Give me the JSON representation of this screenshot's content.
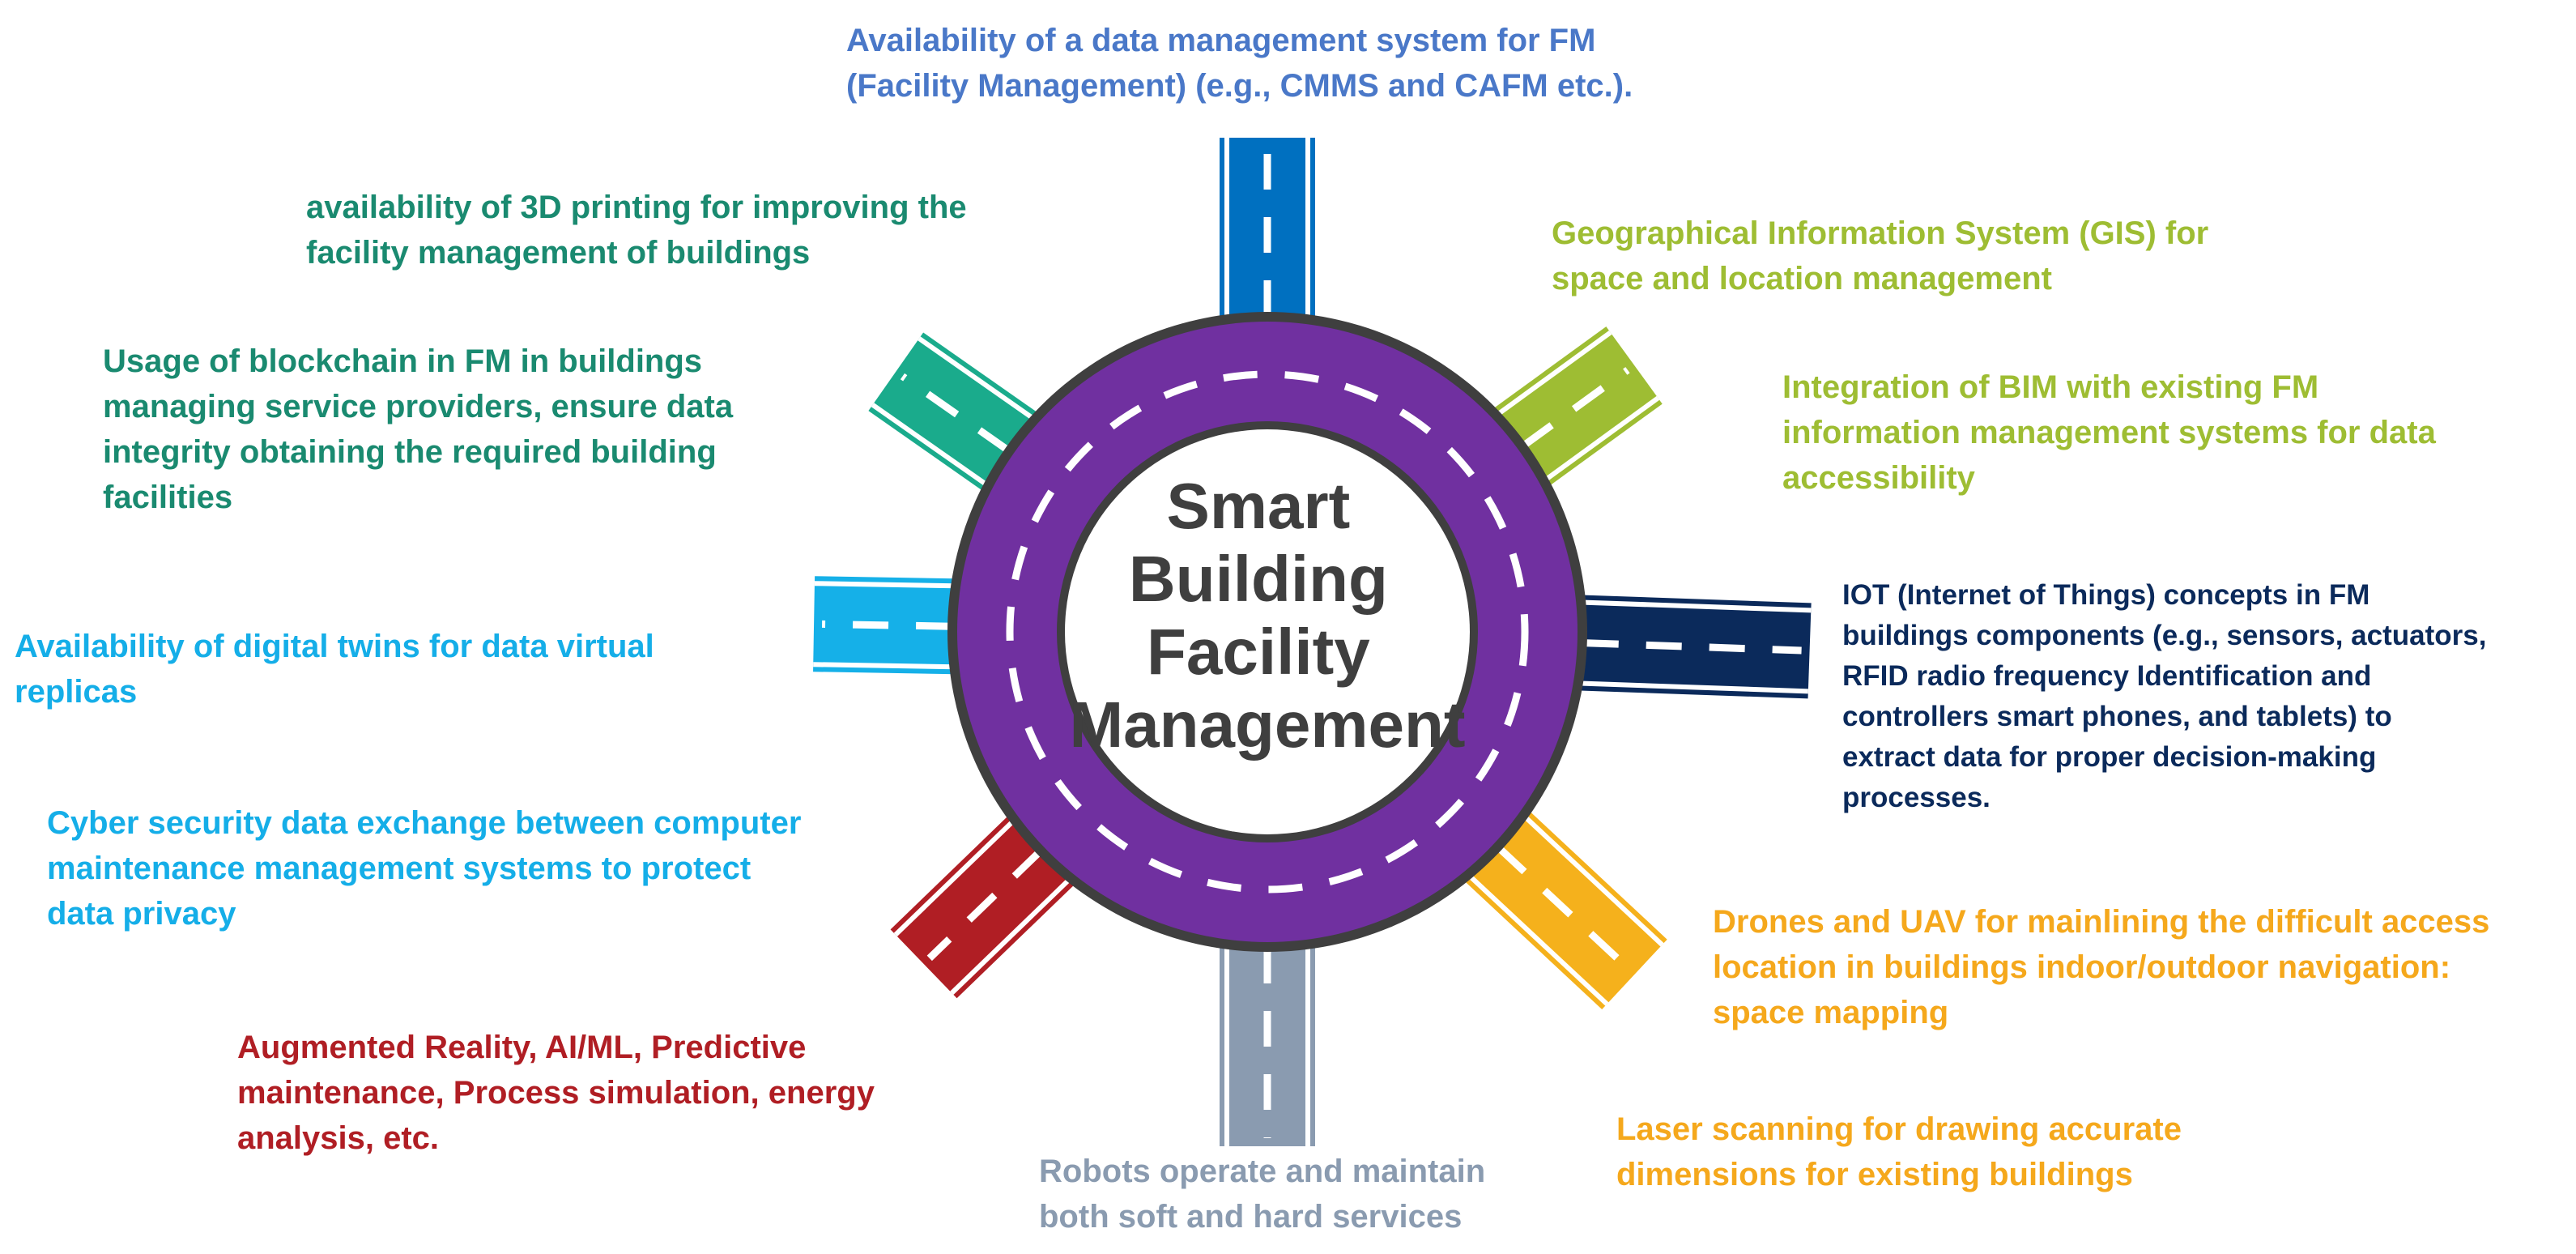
{
  "center": {
    "lines": [
      "Smart",
      "Building",
      "Facility",
      "Management"
    ]
  },
  "colors": {
    "ring": "#7030a0",
    "ring_border": "#3f3f3f",
    "dash": "#ffffff",
    "top": "#0070c0",
    "upper_right": "#9ebd33",
    "right": "#0b2a5b",
    "lower_right": "#f5b11c",
    "bottom": "#8a9bb0",
    "lower_left": "#b01e24",
    "left": "#15b0e8",
    "upper_left": "#1aab8c"
  },
  "labels": {
    "data_management": {
      "color": "#4a78c8",
      "lines": [
        "Availability of a data management system for FM",
        "(Facility Management) (e.g., CMMS and CAFM etc.)."
      ]
    },
    "printing_3d": {
      "color": "#1a8a70",
      "lines": [
        "availability of 3D printing for improving the",
        "facility management of buildings"
      ]
    },
    "blockchain": {
      "color": "#1a8a70",
      "lines": [
        "Usage of blockchain in FM in buildings",
        "managing service providers, ensure data",
        "integrity obtaining the required building",
        "facilities"
      ]
    },
    "gis": {
      "color": "#9ebd33",
      "lines": [
        "Geographical Information System (GIS) for",
        "space and location management"
      ]
    },
    "bim": {
      "color": "#9ebd33",
      "lines": [
        "Integration of BIM with existing FM",
        "information management systems for data",
        "accessibility"
      ]
    },
    "iot": {
      "color": "#0b2a5b",
      "lines": [
        "IOT (Internet of Things) concepts in FM",
        "buildings components (e.g., sensors, actuators,",
        "RFID radio frequency Identification and",
        "controllers smart phones, and tablets) to",
        "extract data for proper decision-making",
        "processes."
      ]
    },
    "digital_twins": {
      "color": "#15aee8",
      "lines": [
        "Availability of digital twins for data virtual",
        "replicas"
      ]
    },
    "cyber_security": {
      "color": "#15aee8",
      "lines": [
        "Cyber security data exchange between computer",
        "maintenance management systems to protect",
        "data privacy"
      ]
    },
    "augmented_reality": {
      "color": "#b01e24",
      "lines": [
        "Augmented Reality, AI/ML, Predictive",
        "maintenance, Process simulation, energy",
        "analysis, etc."
      ]
    },
    "drones": {
      "color": "#f5a81c",
      "lines": [
        "Drones and UAV for mainlining the difficult access",
        "location in buildings indoor/outdoor navigation:",
        "space mapping"
      ]
    },
    "laser_scanning": {
      "color": "#f5a81c",
      "lines": [
        "Laser scanning for drawing accurate",
        "dimensions for existing buildings"
      ]
    },
    "robots": {
      "color": "#8a9bb0",
      "lines": [
        "Robots operate and maintain",
        "both soft and hard services"
      ]
    }
  }
}
